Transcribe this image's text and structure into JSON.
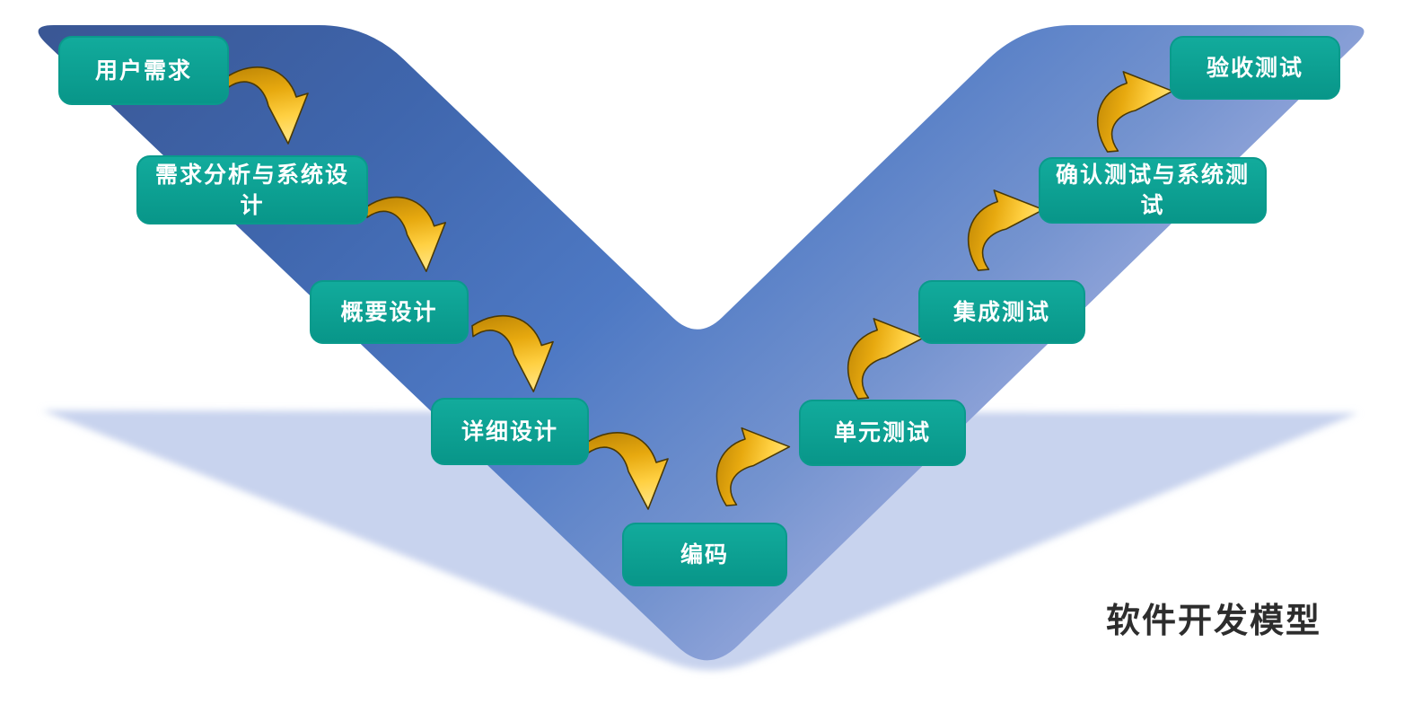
{
  "diagram_title": "软件开发模型",
  "stages": [
    {
      "id": "user-requirements",
      "label": "用户需求"
    },
    {
      "id": "requirements-analysis-design",
      "label": "需求分析与系统设\n计"
    },
    {
      "id": "high-level-design",
      "label": "概要设计"
    },
    {
      "id": "detailed-design",
      "label": "详细设计"
    },
    {
      "id": "coding",
      "label": "编码"
    },
    {
      "id": "unit-testing",
      "label": "单元测试"
    },
    {
      "id": "integration-testing",
      "label": "集成测试"
    },
    {
      "id": "confirmation-system-testing",
      "label": "确认测试与系统测\n试"
    },
    {
      "id": "acceptance-testing",
      "label": "验收测试"
    }
  ],
  "arrows": [
    {
      "from": "用户需求",
      "to": "需求分析与系统设计",
      "direction": "down"
    },
    {
      "from": "需求分析与系统设计",
      "to": "概要设计",
      "direction": "down"
    },
    {
      "from": "概要设计",
      "to": "详细设计",
      "direction": "down"
    },
    {
      "from": "详细设计",
      "to": "编码",
      "direction": "down"
    },
    {
      "from": "编码",
      "to": "单元测试",
      "direction": "up"
    },
    {
      "from": "单元测试",
      "to": "集成测试",
      "direction": "up"
    },
    {
      "from": "集成测试",
      "to": "确认测试与系统测试",
      "direction": "up"
    },
    {
      "from": "确认测试与系统测试",
      "to": "验收测试",
      "direction": "up"
    }
  ],
  "colors": {
    "stage_box_teal": "#0ea89a",
    "stage_box_border": "#0a9a8c",
    "stage_text": "#ffffff",
    "v_blue_dark": "#3a5795",
    "v_blue_mid": "#4e79c4",
    "v_blue_light": "#99aadd",
    "v_shadow": "#c8d3ee",
    "arrow_gold_dark": "#bd8505",
    "arrow_gold_bright": "#ffd042",
    "arrow_outline": "#4a3905",
    "title_text": "#2d2d2d"
  }
}
